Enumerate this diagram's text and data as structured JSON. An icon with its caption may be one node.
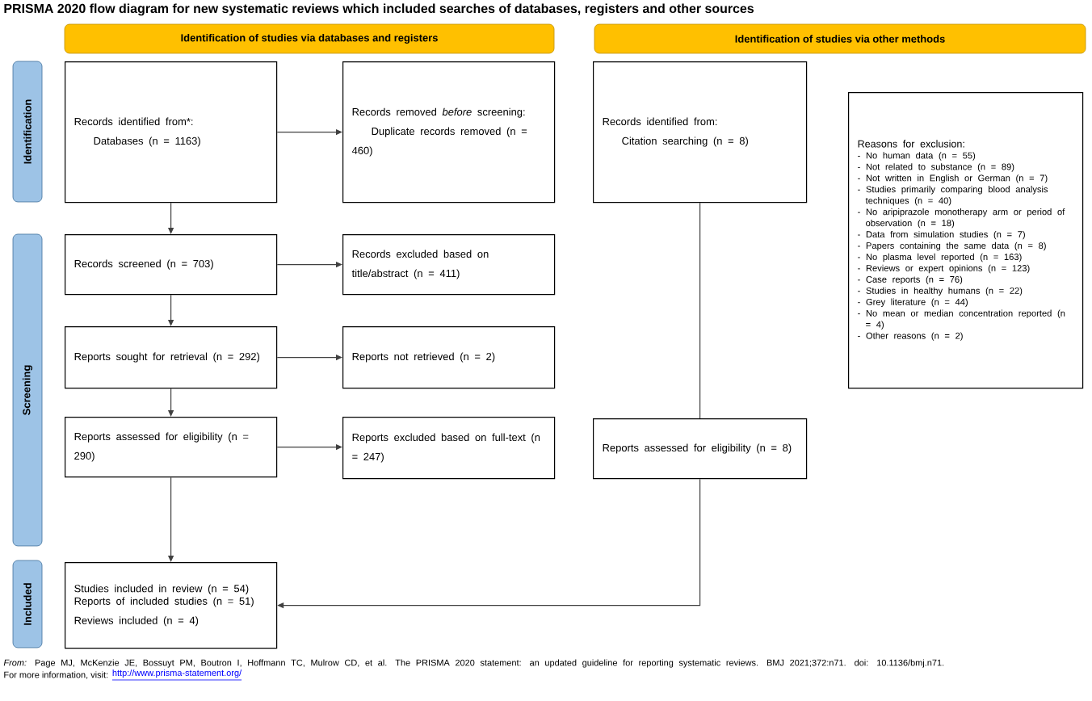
{
  "diagram": {
    "title": "PRISMA 2020 flow diagram for new systematic reviews which included searches of databases, registers and other sources",
    "caption": "*From:* Page MJ, McKenzie JE, Bossuyt PM, Boutron I, Hoffmann TC, Mulrow CD, et al. The PRISMA 2020 statement: an updated guideline for reporting systematic reviews. BMJ 2021;372:n71. doi: 10.1136/bmj.n71.",
    "nodes": [
      {
        "text": [
          "Identification of studies via databases and registers"
        ]
      },
      {
        "text": [
          "Identification of studies via other methods"
        ]
      },
      {
        "text": [
          "Identification"
        ]
      },
      {
        "text": [
          "Screening"
        ]
      },
      {
        "text": [
          "Included"
        ]
      },
      {
        "text": [
          "Records identified from*:",
          "Databases (n = 1163)"
        ]
      },
      {
        "text": [
          "Records removed *before* screening:",
          "Duplicate records removed (n = 460)"
        ]
      },
      {
        "text": [
          "Records screened (n = 703)"
        ]
      },
      {
        "text": [
          "Records excluded based on title/abstract (n = 411)"
        ]
      },
      {
        "text": [
          "Reports sought for retrieval (n = 292)"
        ]
      },
      {
        "text": [
          "Reports not retrieved (n = 2)"
        ]
      },
      {
        "text": [
          "Reports assessed for eligibility (n = 290)"
        ]
      },
      {
        "text": [
          "Reports excluded based on full-text (n = 247)"
        ]
      },
      {
        "text": [
          "Studies included in review (n = 54)",
          "Reports of included studies (n = 51)",
          "Reviews included (n = 4)"
        ]
      },
      {
        "text": [
          "Records identified from:",
          "Citation searching (n = 8)"
        ]
      },
      {
        "text": [
          "Reasons for exclusion:",
          "- No human data (n = 55)",
          "- Not related to substance (n = 89)",
          "- Not written in English or German (n = 7)",
          "- Studies primarily comparing blood analysis techniques (n = 40)",
          "- No aripiprazole monotherapy arm or period of observation (n = 18)",
          "- Data from simulation studies (n = 7)",
          "- Papers containing the same data (n = 8)",
          "- No plasma level reported (n = 163)",
          "- Reviews or expert opinions (n = 123)",
          "- Case reports (n = 76)",
          "- Studies in healthy humans (n = 22)",
          "- Grey literature (n = 44)",
          "- No mean or median concentration reported (n = 4)",
          "- Other reasons (n = 2)"
        ]
      },
      {
        "text": [
          "Reports assessed for eligibility (n = 8)"
        ]
      }
    ],
    "edges": [
      {
        "from": 5,
        "to": 6,
        "arrow": "to"
      },
      {
        "from": 5,
        "to": 7,
        "arrow": "to"
      },
      {
        "from": 7,
        "to": 8,
        "arrow": "to"
      },
      {
        "from": 7,
        "to": 9,
        "arrow": "to"
      },
      {
        "from": 9,
        "to": 10,
        "arrow": "to"
      },
      {
        "from": 9,
        "to": 11,
        "arrow": "to"
      },
      {
        "from": 11,
        "to": 12,
        "arrow": "to"
      },
      {
        "from": 11,
        "to": 13,
        "arrow": "to"
      },
      {
        "from": 14,
        "to": 16,
        "arrow": "none"
      },
      {
        "from": 16,
        "to": 13,
        "arrow": "to"
      }
    ],
    "labels": [
      "For more information, visit:",
      "http://www.prisma-statement.org/"
    ]
  }
}
